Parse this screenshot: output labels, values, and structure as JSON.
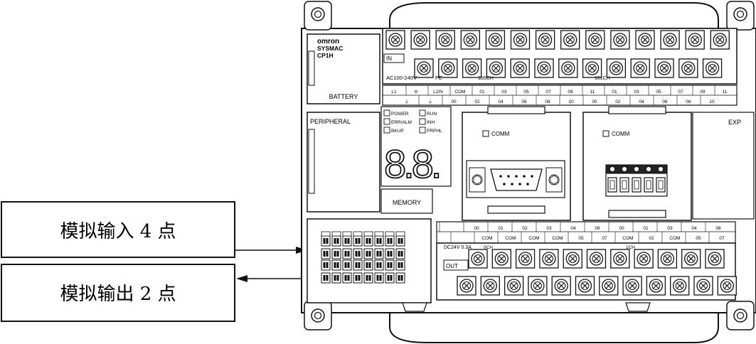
{
  "brand": {
    "line1": "omron",
    "line2": "SYSMAC",
    "line3": "CP1H"
  },
  "labels": {
    "battery": "BATTERY",
    "peripheral": "PERIPHERAL",
    "memory": "MEMORY",
    "exp": "EXP",
    "comm1": "COMM",
    "comm2": "COMM",
    "in": "IN",
    "out": "OUT",
    "supply": "AC100-240V",
    "pe": "PE",
    "dc24": "DC24V 0.3A",
    "cio100": "100CH",
    "cio101": "101CH",
    "cio0": "0CH",
    "cio1": "1CH"
  },
  "indicators": [
    "POWER",
    "RUN",
    "ERR/ALM",
    "INH",
    "BKUP",
    "PRPHL"
  ],
  "display": {
    "digits": "8.8."
  },
  "top_terminal_row_upper": [
    "L1",
    "⊖",
    "L2/N",
    "COM",
    "01",
    "03",
    "05",
    "07",
    "09",
    "11",
    "01",
    "03",
    "05",
    "07",
    "09",
    "11"
  ],
  "top_terminal_row_lower": [
    "⏚",
    "⏚",
    "00",
    "02",
    "04",
    "06",
    "08",
    "10",
    "00",
    "02",
    "04",
    "06",
    "08",
    "10"
  ],
  "bottom_terminal_row_upper": [
    "",
    "00",
    "01",
    "02",
    "03",
    "04",
    "06",
    "00",
    "01",
    "03",
    "04",
    "06"
  ],
  "bottom_terminal_row_lower": [
    "",
    "COM",
    "COM",
    "COM",
    "COM",
    "05",
    "07",
    "COM",
    "02",
    "COM",
    "05",
    "07"
  ],
  "callouts": {
    "analog_in": "模拟输入 4 点",
    "analog_out": "模拟输出 2 点"
  }
}
